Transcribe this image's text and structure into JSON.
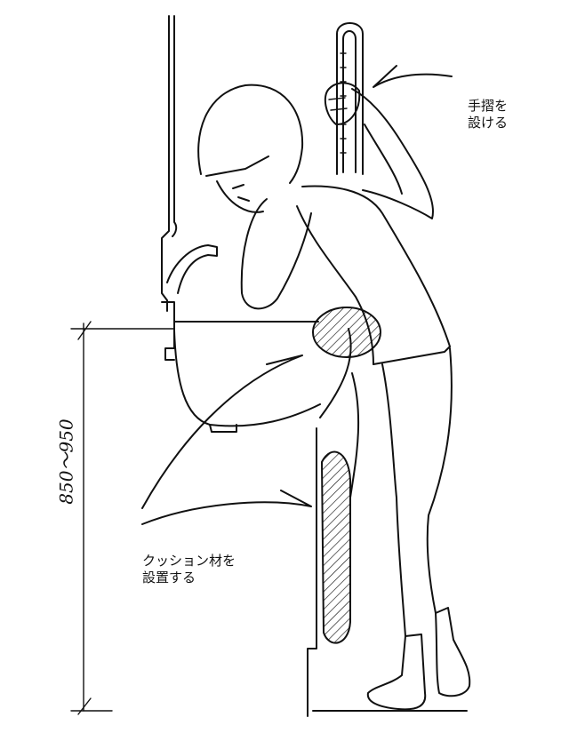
{
  "labels": {
    "handrail": [
      "手摺を",
      "設ける"
    ],
    "cushion": [
      "クッション材を",
      "設置する"
    ]
  },
  "dimension": {
    "text": "850～950"
  },
  "colors": {
    "ink": "#111111",
    "background": "#ffffff"
  }
}
